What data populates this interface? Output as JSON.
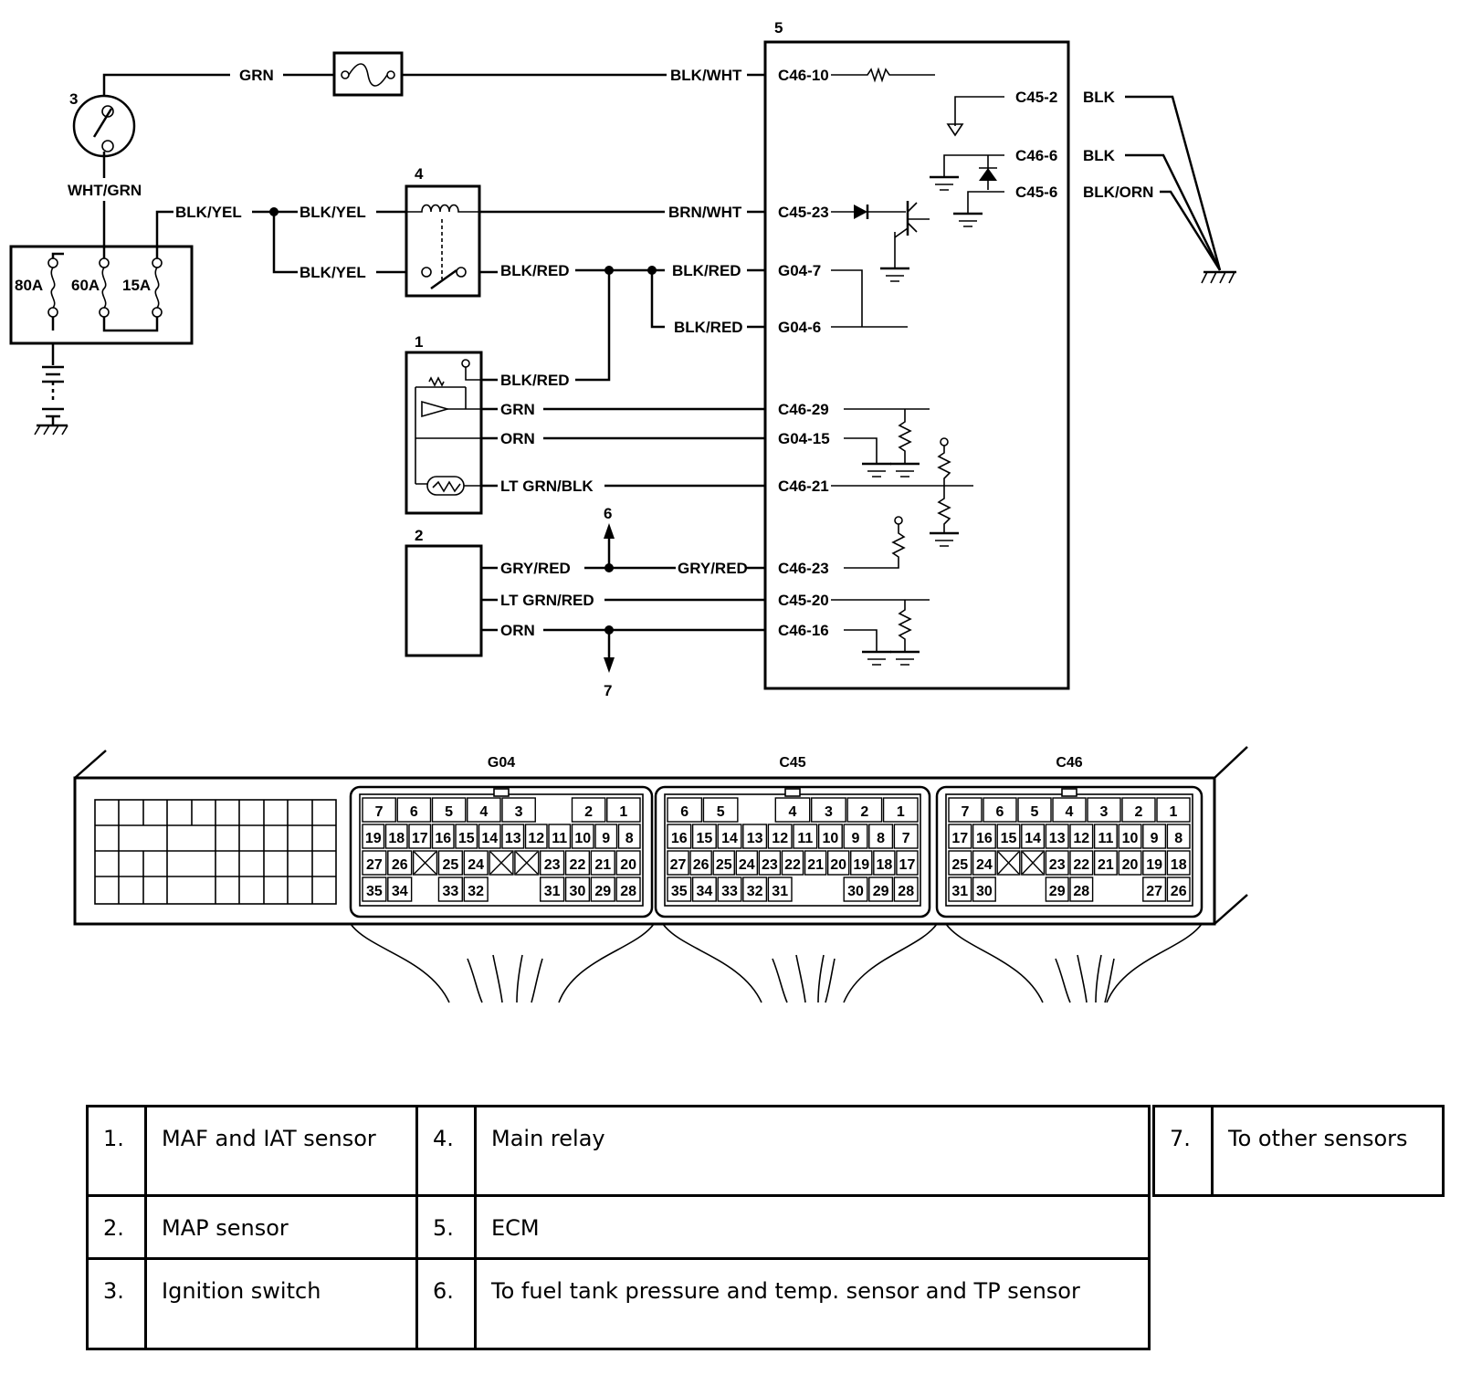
{
  "components": {
    "c1": "1",
    "c2": "2",
    "c3": "3",
    "c4": "4",
    "c5": "5",
    "c6": "6",
    "c7": "7"
  },
  "fuses": {
    "f80": "80A",
    "f60": "60A",
    "f15": "15A"
  },
  "wires": {
    "grn_top": "GRN",
    "wht_grn": "WHT/GRN",
    "blk_yel_a": "BLK/YEL",
    "blk_yel_b": "BLK/YEL",
    "blk_yel_c": "BLK/YEL",
    "blk_wht": "BLK/WHT",
    "brn_wht": "BRN/WHT",
    "blk_red_relay": "BLK/RED",
    "blk_red_g047": "BLK/RED",
    "blk_red_g046": "BLK/RED",
    "blk_red_maf": "BLK/RED",
    "grn_maf": "GRN",
    "orn_maf": "ORN",
    "ltgrn_blk": "LT GRN/BLK",
    "gry_red_a": "GRY/RED",
    "gry_red_b": "GRY/RED",
    "ltgrn_red": "LT GRN/RED",
    "orn_map": "ORN",
    "blk_a": "BLK",
    "blk_b": "BLK",
    "blk_orn": "BLK/ORN"
  },
  "terminals": {
    "c46_10": "C46-10",
    "c45_2": "C45-2",
    "c46_6": "C46-6",
    "c45_6": "C45-6",
    "c45_23": "C45-23",
    "g04_7": "G04-7",
    "g04_6": "G04-6",
    "c46_29": "C46-29",
    "g04_15": "G04-15",
    "c46_21": "C46-21",
    "c46_23": "C46-23",
    "c45_20": "C45-20",
    "c46_16": "C46-16"
  },
  "connectors": [
    {
      "name": "G04",
      "rows": [
        [
          "7",
          "6",
          "5",
          "4",
          "3",
          "",
          "2",
          "1"
        ],
        [
          "19",
          "18",
          "17",
          "16",
          "15",
          "14",
          "13",
          "12",
          "11",
          "10",
          "9",
          "8"
        ],
        [
          "27",
          "26",
          "X",
          "25",
          "24",
          "X",
          "X",
          "23",
          "22",
          "21",
          "20"
        ],
        [
          "35",
          "34",
          "",
          "33",
          "32",
          "",
          "",
          "31",
          "30",
          "29",
          "28"
        ]
      ]
    },
    {
      "name": "C45",
      "rows": [
        [
          "6",
          "5",
          "",
          "4",
          "3",
          "2",
          "1"
        ],
        [
          "16",
          "15",
          "14",
          "13",
          "12",
          "11",
          "10",
          "9",
          "8",
          "7"
        ],
        [
          "27",
          "26",
          "25",
          "24",
          "23",
          "22",
          "21",
          "20",
          "19",
          "18",
          "17"
        ],
        [
          "35",
          "34",
          "33",
          "32",
          "31",
          "",
          "",
          "30",
          "29",
          "28"
        ]
      ]
    },
    {
      "name": "C46",
      "rows": [
        [
          "7",
          "6",
          "5",
          "4",
          "3",
          "2",
          "1"
        ],
        [
          "17",
          "16",
          "15",
          "14",
          "13",
          "12",
          "11",
          "10",
          "9",
          "8"
        ],
        [
          "25",
          "24",
          "X",
          "X",
          "23",
          "22",
          "21",
          "20",
          "19",
          "18"
        ],
        [
          "31",
          "30",
          "",
          "",
          "29",
          "28",
          "",
          "",
          "27",
          "26"
        ]
      ]
    }
  ],
  "legend": [
    {
      "num": "1.",
      "text": "MAF and IAT sensor"
    },
    {
      "num": "4.",
      "text": "Main relay"
    },
    {
      "num": "7.",
      "text": "To other sensors"
    },
    {
      "num": "2.",
      "text": "MAP sensor"
    },
    {
      "num": "5.",
      "text": "ECM"
    },
    {
      "num": "3.",
      "text": "Ignition switch"
    },
    {
      "num": "6.",
      "text": "To fuel tank pressure and temp. sensor and TP sensor"
    }
  ]
}
